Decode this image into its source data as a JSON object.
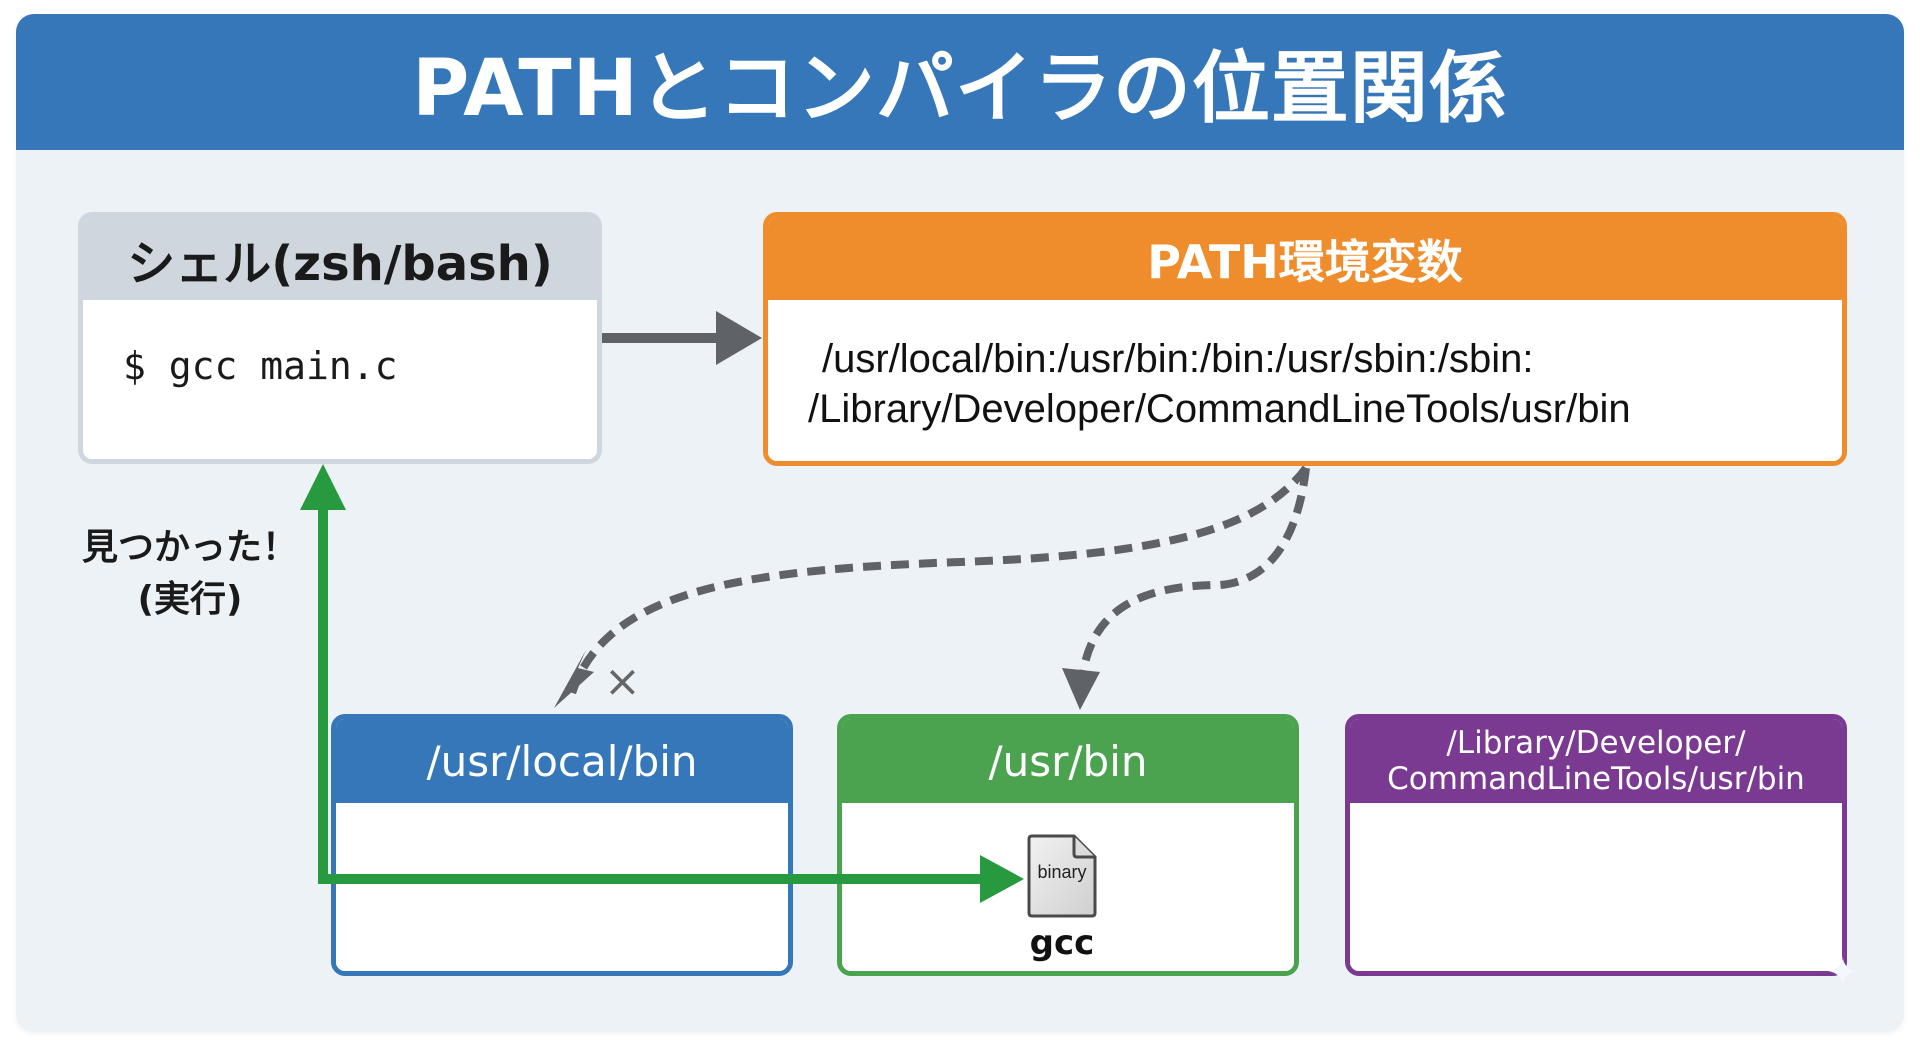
{
  "title": "PATHとコンパイラの位置関係",
  "shell": {
    "heading": "シェル(zsh/bash)",
    "command": "$ gcc main.c"
  },
  "path_env": {
    "heading": "PATH環境変数",
    "value_lines": [
      "/usr/local/bin:/usr/bin:/bin:/usr/sbin:/sbin:",
      "/Library/Developer/CommandLineTools/usr/bin"
    ]
  },
  "directories": [
    {
      "label": "/usr/local/bin",
      "color": "#3577b8",
      "contains": null,
      "searched": "not-found"
    },
    {
      "label": "/usr/bin",
      "color": "#4ca34f",
      "contains": {
        "icon": "binary-file-icon",
        "icon_text": "binary",
        "name": "gcc"
      },
      "searched": "found"
    },
    {
      "label_lines": [
        "/Library/Developer/",
        "CommandLineTools/usr/bin"
      ],
      "color": "#7b3a92",
      "contains": null
    }
  ],
  "found_label": [
    "見つかった！",
    "(実行)"
  ],
  "not_found_mark": "×",
  "colors": {
    "title_bar": "#3577b8",
    "shell_header": "#cfd6de",
    "path_header": "#ef8d2c",
    "found_arrow": "#279a3f",
    "search_arrow": "#5f6368",
    "background": "#edf2f7"
  }
}
